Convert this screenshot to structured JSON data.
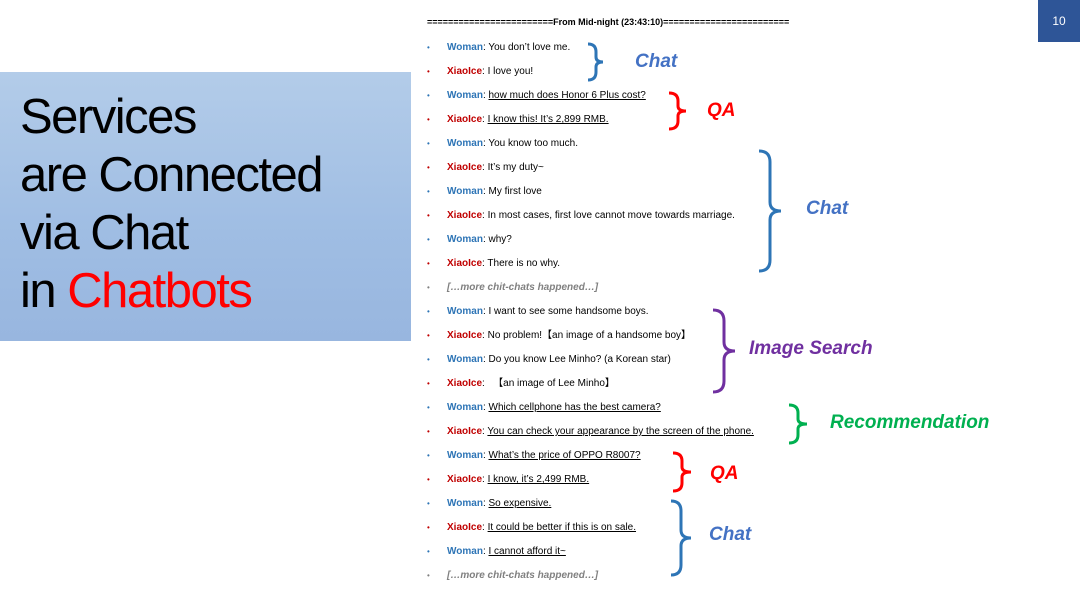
{
  "slide": {
    "number": "10",
    "title_lines": [
      "Services",
      "are Connected",
      "via Chat"
    ],
    "title_in": "in ",
    "title_highlight": "Chatbots"
  },
  "conversation": {
    "header": "========================From Mid-night (23:43:10)========================",
    "lines": [
      {
        "speaker": "Woman",
        "text": "You don’t love me.",
        "underline": false
      },
      {
        "speaker": "XiaoIce",
        "text": "I love you!",
        "underline": false
      },
      {
        "speaker": "Woman",
        "text": "how much does Honor 6 Plus cost?",
        "underline": true
      },
      {
        "speaker": "XiaoIce",
        "text": "I know this! It’s 2,899 RMB.",
        "underline": true
      },
      {
        "speaker": "Woman",
        "text": "You know too much.",
        "underline": false
      },
      {
        "speaker": "XiaoIce",
        "text": "It’s my duty~",
        "underline": false
      },
      {
        "speaker": "Woman",
        "text": "My first love",
        "underline": false
      },
      {
        "speaker": "XiaoIce",
        "text": "In most cases, first love cannot move towards marriage.",
        "underline": false
      },
      {
        "speaker": "Woman",
        "text": "why?",
        "underline": false
      },
      {
        "speaker": "XiaoIce",
        "text": "There is no why.",
        "underline": false
      },
      {
        "speaker": "",
        "text": "[…more chit-chats happened…]",
        "underline": false
      },
      {
        "speaker": "Woman",
        "text": "I want to see some handsome boys.",
        "underline": false
      },
      {
        "speaker": "XiaoIce",
        "text": "No problem!【an image of a handsome boy】",
        "underline": false
      },
      {
        "speaker": "Woman",
        "text": "Do you know Lee Minho? (a Korean star)",
        "underline": false
      },
      {
        "speaker": "XiaoIce",
        "text": "  【an image of Lee Minho】",
        "underline": false
      },
      {
        "speaker": "Woman",
        "text": "Which cellphone has the best camera?",
        "underline": true
      },
      {
        "speaker": "XiaoIce",
        "text": "You can check your appearance by the screen of the phone.",
        "underline": true
      },
      {
        "speaker": "Woman",
        "text": "What’s the price of OPPO R8007?",
        "underline": true
      },
      {
        "speaker": "XiaoIce",
        "text": "I know, it’s 2,499 RMB.",
        "underline": true
      },
      {
        "speaker": "Woman",
        "text": "So expensive.",
        "underline": true
      },
      {
        "speaker": "XiaoIce",
        "text": "It could be better if this is on sale.",
        "underline": true
      },
      {
        "speaker": "Woman",
        "text": "I cannot afford it~",
        "underline": true
      },
      {
        "speaker": "",
        "text": "[…more chit-chats happened…]",
        "underline": false
      }
    ]
  },
  "annotations": [
    {
      "label": "Chat",
      "color": "#4472c4"
    },
    {
      "label": "QA",
      "color": "#ff0000"
    },
    {
      "label": "Chat",
      "color": "#4472c4"
    },
    {
      "label": "Image Search",
      "color": "#7030a0"
    },
    {
      "label": "Recommendation",
      "color": "#00b050"
    },
    {
      "label": "QA",
      "color": "#ff0000"
    },
    {
      "label": "Chat",
      "color": "#4472c4"
    }
  ],
  "colors": {
    "woman": "#2e75b6",
    "xiaoice": "#c00000",
    "brace_chat": "#2e75b6",
    "brace_qa": "#ff0000",
    "brace_image": "#7030a0",
    "brace_rec": "#00b050"
  }
}
